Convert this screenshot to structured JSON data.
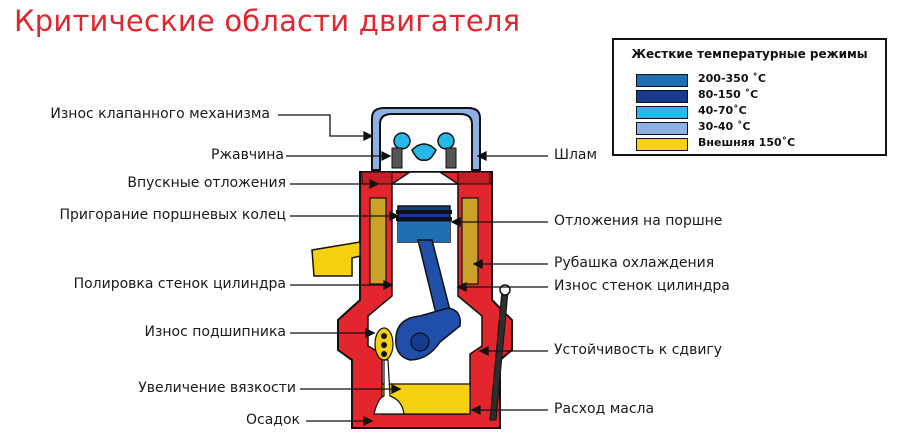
{
  "title": "Критические области двигателя",
  "legend": {
    "title": "Жесткие температурные режимы",
    "items": [
      {
        "label": "200-350 ˚C",
        "color": "#1f6fb3"
      },
      {
        "label": "80-150 ˚C",
        "color": "#153a8e"
      },
      {
        "label": "40-70˚C",
        "color": "#25b8e8"
      },
      {
        "label": "30-40 ˚C",
        "color": "#8fb0e3"
      },
      {
        "label": "Внешняя 150˚C",
        "color": "#f5d10f"
      }
    ]
  },
  "labels_left": [
    "Износ клапанного механизма",
    "Ржавчина",
    "Впускные отложения",
    "Пригорание поршневых колец",
    "Полировка стенок цилиндра",
    "Износ подшипника",
    "Увеличение вязкости",
    "Осадок"
  ],
  "labels_right": [
    "Шлам",
    "Отложения на поршне",
    "Рубашка охлаждения",
    "Износ стенок цилиндра",
    "Устойчивость к сдвигу",
    "Расход масла"
  ],
  "colors": {
    "block_red": "#e3262d",
    "jacket": "#c9a227",
    "oil_yellow": "#f5d10f",
    "head_blue": "#8fb0e3",
    "light_blue": "#25b8e8",
    "dark_blue": "#153a8e",
    "rod_blue": "#1f4fa8"
  }
}
